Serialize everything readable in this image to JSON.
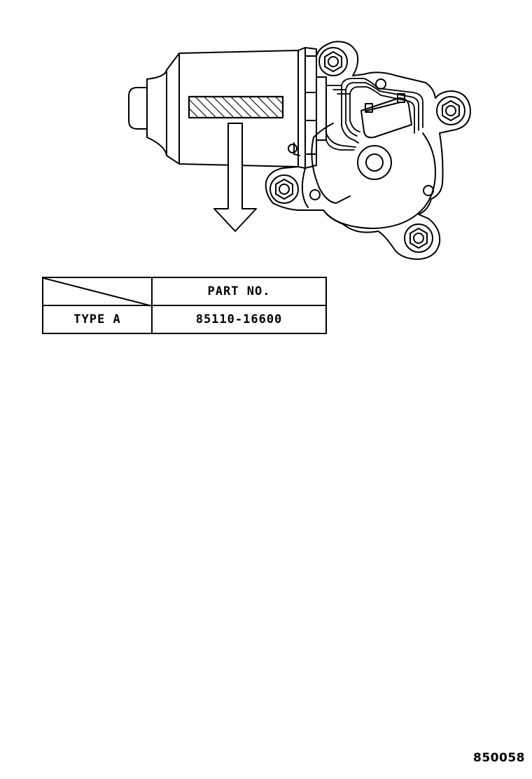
{
  "table": {
    "header": "PART NO.",
    "rows": [
      {
        "type": "TYPE A",
        "part_no": "85110-16600"
      }
    ]
  },
  "diagram_code": "850058",
  "colors": {
    "line": "#000000",
    "background": "#ffffff"
  },
  "icons": [
    "wiper-motor-icon",
    "down-arrow-icon",
    "mounting-bolt-icon",
    "connector-icon"
  ]
}
